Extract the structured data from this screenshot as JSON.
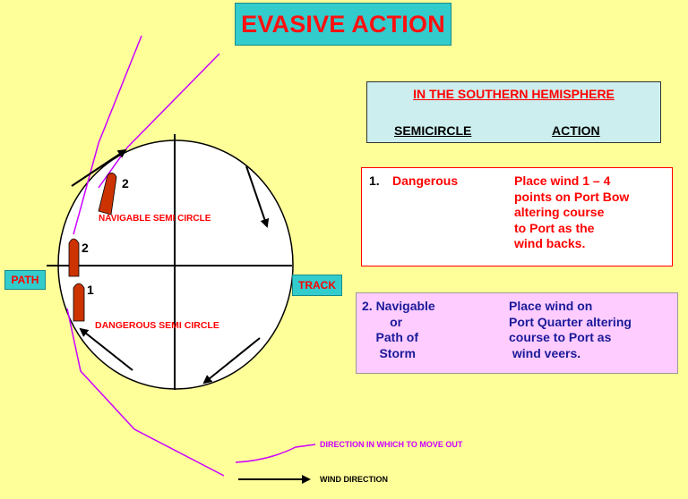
{
  "title": "EVASIVE ACTION",
  "hemisphere_box": {
    "heading": "IN THE SOUTHERN HEMISPHERE",
    "col_semicircle": "SEMICIRCLE",
    "col_action": "ACTION"
  },
  "rule_1": {
    "number": "1.",
    "name": "Dangerous",
    "action": "Place wind 1 – 4\npoints on Port Bow\naltering course\nto Port as the\nwind backs."
  },
  "rule_2": {
    "name": "2. Navigable\n        or\n    Path of\n     Storm",
    "action": "Place wind on\nPort Quarter altering\ncourse to Port as\n wind veers."
  },
  "diagram": {
    "path_label": "PATH",
    "track_label": "TRACK",
    "navigable_label": "NAVIGABLE   SEMI CIRCLE",
    "dangerous_label": "DANGEROUS  SEMI CIRCLE",
    "ship_numbers": [
      "2",
      "2",
      "1"
    ]
  },
  "legend": {
    "move_out": "DIRECTION IN WHICH TO MOVE OUT",
    "wind": "WIND DIRECTION"
  },
  "colors": {
    "background": "#FFFF99",
    "title_box": "#33CCCC",
    "accent_red": "#FF0000",
    "move_out_line": "#CC00FF",
    "ship": "#CC3300"
  }
}
